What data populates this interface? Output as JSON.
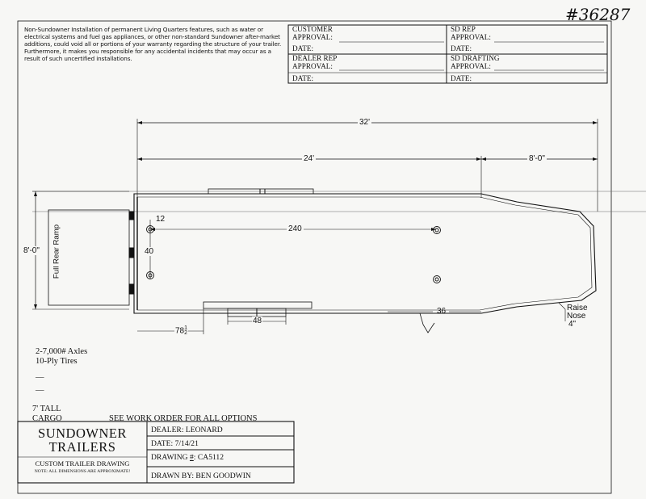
{
  "ref_number": "#36287",
  "disclaimer": "Non-Sundowner Installation of permanent Living Quarters features, such as water or electrical systems and fuel gas appliances, or other non-standard Sundowner after-market additions, could void all or portions of your warranty regarding the structure of your trailer. Furthermore, it makes you responsible for any accidental incidents that may occur as a result of such uncertified installations.",
  "approvals": {
    "customer": {
      "title": "CUSTOMER",
      "approval": "APPROVAL:",
      "date": "DATE:"
    },
    "dealer_rep": {
      "title": "DEALER REP",
      "approval": "APPROVAL:",
      "date": "DATE:"
    },
    "sd_rep": {
      "title": "SD  REP",
      "approval": "APPROVAL:",
      "date": "DATE:"
    },
    "sd_drafting": {
      "title": "SD  DRAFTING",
      "approval": "APPROVAL:",
      "date": "DATE:"
    }
  },
  "dimensions": {
    "overall_length": "32'",
    "box_length": "24'",
    "nose_length": "8'-0\"",
    "width": "8'-0\"",
    "ring_offset": "12",
    "ring_spacing_length": "240",
    "ring_spacing_width": "40",
    "axle_position": "78",
    "axle_fraction_num": "1",
    "axle_fraction_den": "2",
    "axle_spread": "48",
    "nose_dim": "36",
    "raise_nose_1": "Raise",
    "raise_nose_2": "Nose",
    "raise_nose_3": "4\""
  },
  "ramp_label": "Full Rear Ramp",
  "notes": {
    "axles": "2-7,000# Axles",
    "tires": "10-Ply Tires",
    "line1": "__",
    "line2": "__",
    "tall": "7' TALL",
    "cargo": "CARGO",
    "work_order": "SEE WORK ORDER FOR ALL OPTIONS"
  },
  "title_block": {
    "company_1": "SUNDOWNER",
    "company_2": "TRAILERS",
    "drawing_type": "CUSTOM TRAILER DRAWING",
    "note": "NOTE: ALL DIMENSIONS ARE APPROXIMATE!",
    "dealer": "DEALER: LEONARD",
    "date": "DATE: 7/14/21",
    "drawing_label": "DRAWING ",
    "drawing_hash": "#",
    "drawing_number": ": CA5112",
    "drawn_by": "DRAWN BY: BEN GOODWIN"
  }
}
